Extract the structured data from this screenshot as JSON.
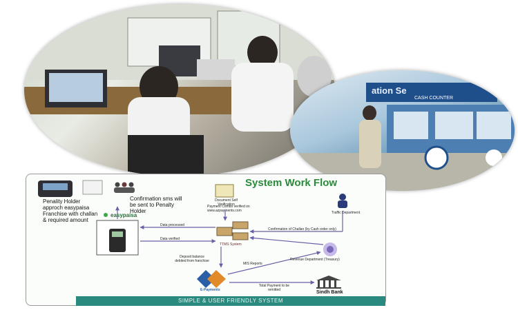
{
  "diagram": {
    "title": "System Work Flow",
    "footer": "SIMPLE & USER FRIENDLY SYSTEM",
    "photo_sign": {
      "main": "ation Se",
      "sub": "CASH COUNTER"
    },
    "nodes": {
      "penalty_holder": "Penality Holder approch easypaisa Franchise with challan & required amount",
      "confirmation": "Confirmation sms will be sent to Penalty Holder",
      "easypaisa": "easypaisa",
      "doc_verification": "Document Self Verification",
      "payment_verified": "Payment Combo verified on www.azpayments.com",
      "traffic_dept": "Traffic Department",
      "ttms": "TTMS System",
      "revenue_dept": "Revenue Department (Treasury)",
      "az_epayments": "E-Payments",
      "sindh_bank": "Sindh Bank"
    },
    "edges": {
      "data_processed": "Data processed",
      "data_verified": "Data verified",
      "confirmation_challan": "Confirmation of Challan (by Cash order only)",
      "deposit_balance": "Deposit balance debited from franchise",
      "mis_reports": "MIS Reports",
      "total_payment": "Total Payment to be remitted"
    }
  },
  "colors": {
    "accent_green": "#2a8a3a",
    "footer_teal": "#2a8a80",
    "arrow": "#6b5fa6"
  }
}
